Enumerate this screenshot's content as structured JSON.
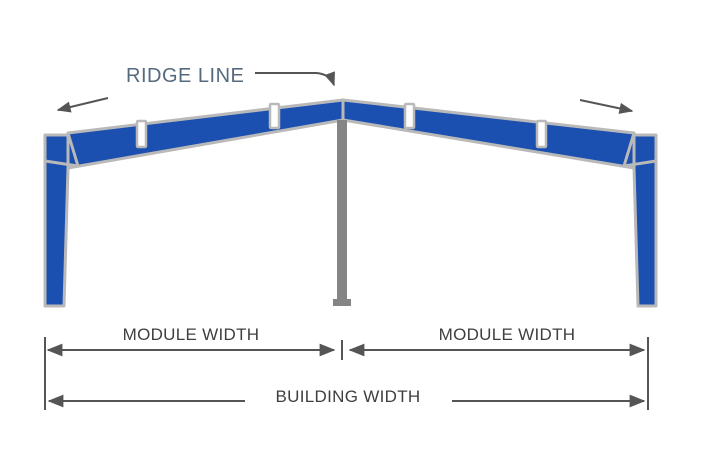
{
  "labels": {
    "ridge_line": "RIDGE LINE",
    "module_width_left": "MODULE WIDTH",
    "module_width_right": "MODULE WIDTH",
    "building_width": "BUILDING WIDTH"
  },
  "colors": {
    "frame_fill": "#1b4fb0",
    "frame_outline": "#b9b9b9",
    "column": "#858585",
    "dimension_line": "#555555",
    "ridge_text": "#566a7e",
    "label_text": "#3f3f3f"
  },
  "icons": {
    "ridge_pointer": "curved-arrow-icon",
    "slope_left": "arrow-left-icon",
    "slope_right": "arrow-right-icon"
  }
}
